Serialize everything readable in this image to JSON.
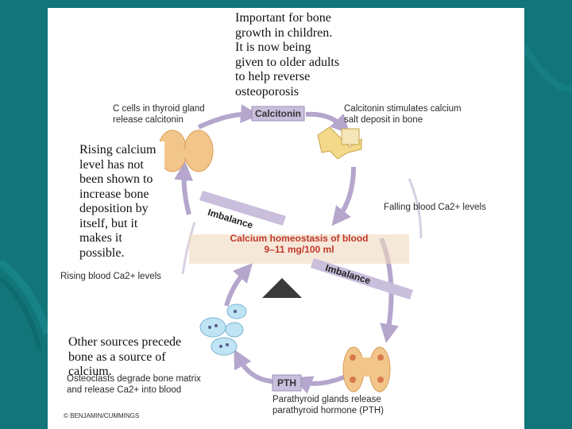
{
  "notes": {
    "top": [
      "Important for bone",
      "growth in children.",
      "It is now being",
      "given to older adults",
      "to help reverse",
      "osteoporosis"
    ],
    "left": [
      "Rising calcium",
      "level has not",
      "been shown to",
      "increase bone",
      "deposition by",
      "itself, but it",
      "makes it",
      "possible."
    ],
    "bottom": [
      "Other sources precede",
      "bone as a source of",
      "calcium."
    ]
  },
  "diagram": {
    "c_cells": [
      "C cells in thyroid gland",
      "release calcitonin"
    ],
    "calcitonin_box": "Calcitonin",
    "calcitonin_stimulates": [
      "Calcitonin stimulates calcium",
      "salt deposit in bone"
    ],
    "falling_blood": "Falling blood Ca2+ levels",
    "rising_blood": "Rising blood Ca2+ levels",
    "imbalance_top": "Imbalance",
    "imbalance_bottom": "Imbalance",
    "homeostasis": [
      "Calcium homeostasis of blood",
      "9–11 mg/100 ml"
    ],
    "osteoclasts": [
      "Osteoclasts degrade bone matrix",
      "and release Ca2+ into blood"
    ],
    "pth_box": "PTH",
    "parathyroid": [
      "Parathyroid glands release",
      "parathyroid hormone (PTH)"
    ],
    "copyright": "© BENJAMIN/CUMMINGS"
  },
  "colors": {
    "background": "#11757a",
    "arrow": "#b4a6cc",
    "beam": "#f0d8c0",
    "hormone_box": "#c9bfdc",
    "homeostasis_text": "#c0392b",
    "gland": "#f2c68a"
  }
}
